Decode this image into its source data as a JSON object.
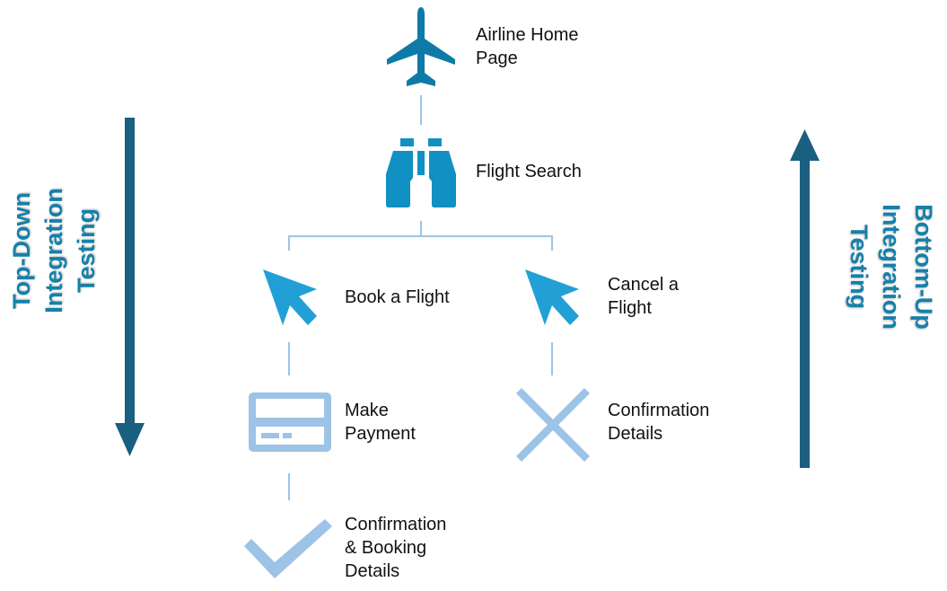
{
  "left_label": {
    "lines": [
      "Top-Down",
      "Integration",
      "Testing"
    ]
  },
  "right_label": {
    "lines": [
      "Bottom-Up",
      "Integration",
      "Testing"
    ]
  },
  "nodes": {
    "home": {
      "line1": "Airline Home",
      "line2": "Page",
      "icon": "airplane-icon"
    },
    "search": {
      "line1": "Flight Search",
      "icon": "binoculars-icon"
    },
    "book": {
      "line1": "Book a Flight",
      "icon": "cursor-icon"
    },
    "cancel": {
      "line1": "Cancel a",
      "line2": "Flight",
      "icon": "cursor-icon"
    },
    "payment": {
      "line1": "Make",
      "line2": "Payment",
      "icon": "credit-card-icon"
    },
    "cancel_confirm": {
      "line1": "Confirmation",
      "line2": "Details",
      "icon": "x-icon"
    },
    "book_confirm": {
      "line1": "Confirmation",
      "line2": "& Booking",
      "line3": "Details",
      "icon": "checkmark-icon"
    }
  },
  "colors": {
    "arrow": "#1a5e80",
    "plane": "#0e7aa8",
    "binoculars": "#1190c4",
    "cursor": "#22a0d6",
    "light": "#9dc3e6",
    "label": "#1680aa"
  }
}
